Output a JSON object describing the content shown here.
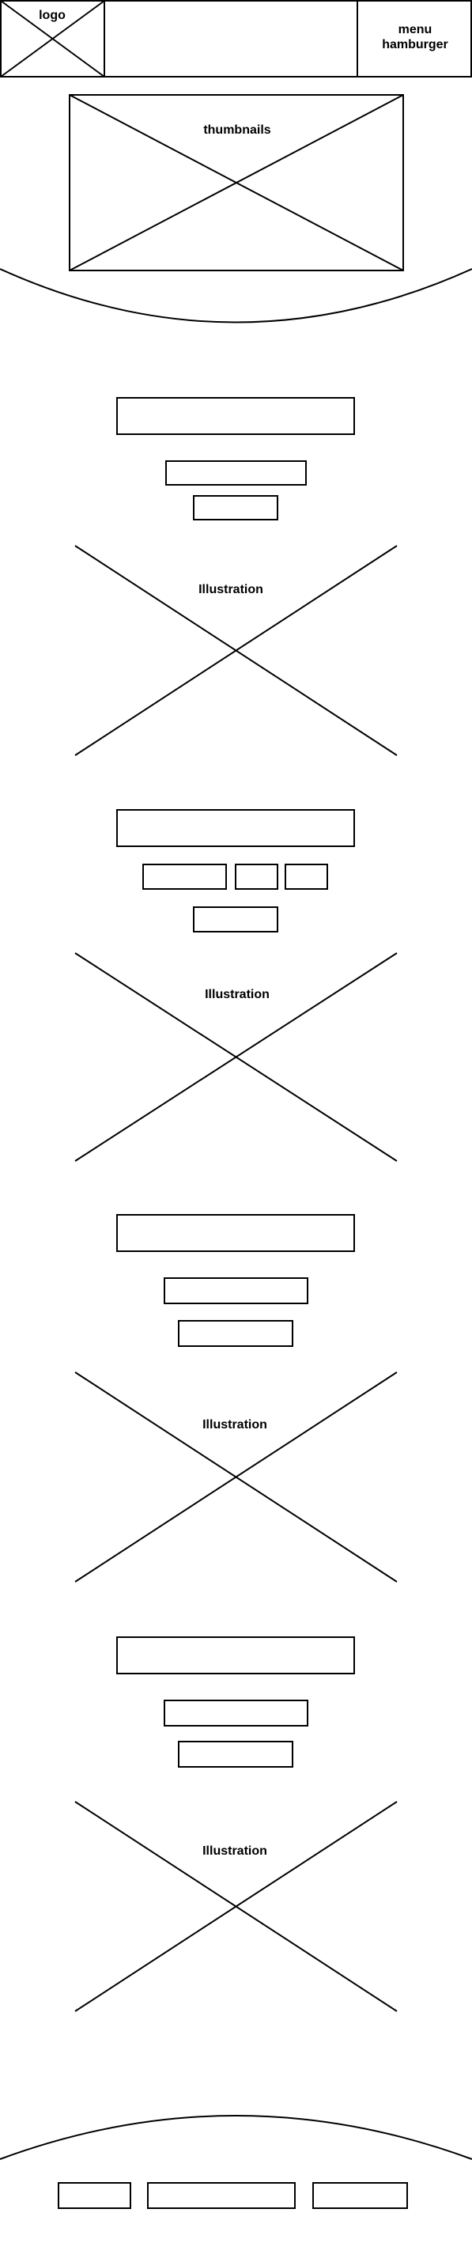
{
  "header": {
    "logo_label": "logo",
    "menu_label_line1": "menu",
    "menu_label_line2": "hamburger"
  },
  "hero": {
    "thumbnails_label": "thumbnails"
  },
  "sections": [
    {
      "illustration_label": "Illustration"
    },
    {
      "illustration_label": "Illustration"
    },
    {
      "illustration_label": "Illustration"
    },
    {
      "illustration_label": "Illustration"
    }
  ]
}
